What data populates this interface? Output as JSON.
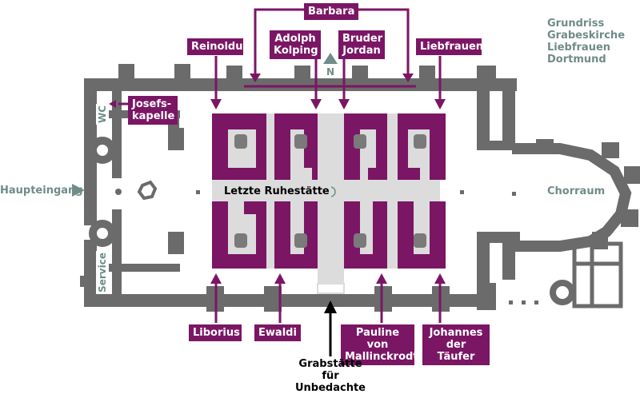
{
  "title": "Grundriss\nGrabeskirche\nLiebfrauen\nDortmund",
  "north": "N",
  "chapels_top": {
    "reinoldus": "Reinoldus",
    "adolph": "Adolph\nKolping",
    "barbara": "Barbara",
    "bruder": "Bruder\nJordan",
    "liebfrauen": "Liebfrauen"
  },
  "chapels_bottom": {
    "liborius": "Liborius",
    "ewaldi": "Ewaldi",
    "pauline": "Pauline von\nMallinckrodt",
    "johannes": "Johannes\nder Täufer"
  },
  "josef": "Josefs-\nkapelle",
  "wc": "WC",
  "service": "Service",
  "entrance": "Haupteingang",
  "chorraum": "Chorraum",
  "ruhestaette": "Letzte Ruhestätte",
  "grabstaette": "Grabstätte\nfür Unbedachte",
  "colors": {
    "purple": "#7b1665",
    "wall": "#6b6b6b",
    "floor": "#dcdcdc",
    "teal": "#6f8c88"
  }
}
